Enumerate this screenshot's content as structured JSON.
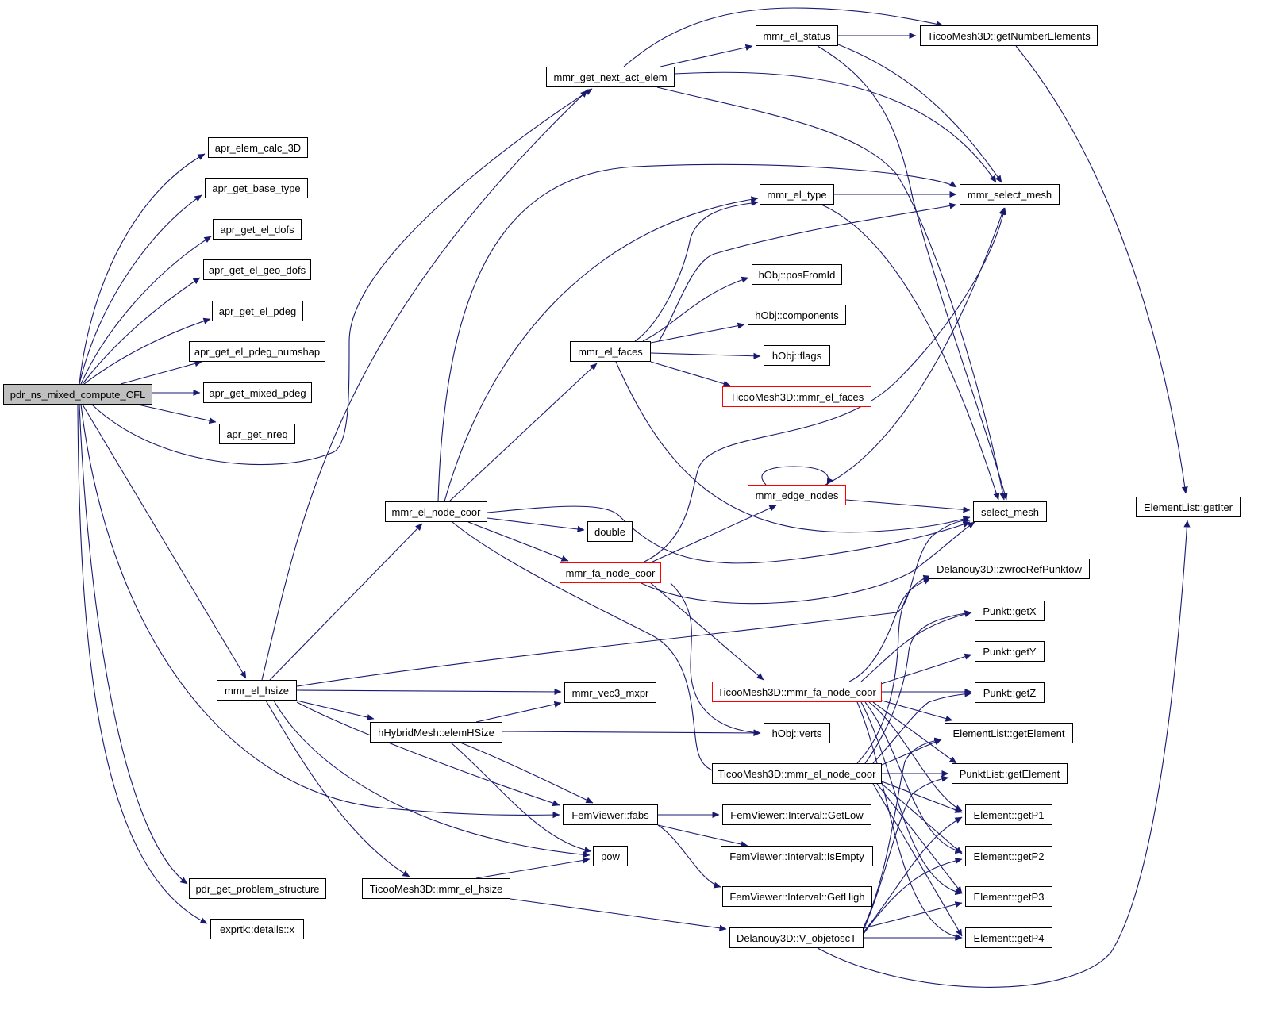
{
  "graph": {
    "colors": {
      "edge": "#191970",
      "node_border": "#000000",
      "truncated_border": "#ff0000",
      "root_fill": "#bfbfbf"
    },
    "nodes": {
      "root": "pdr_ns_mixed_compute_CFL",
      "apr_elem_calc_3D": "apr_elem_calc_3D",
      "apr_get_base_type": "apr_get_base_type",
      "apr_get_el_dofs": "apr_get_el_dofs",
      "apr_get_el_geo_dofs": "apr_get_el_geo_dofs",
      "apr_get_el_pdeg": "apr_get_el_pdeg",
      "apr_get_el_pdeg_numshap": "apr_get_el_pdeg_numshap",
      "apr_get_mixed_pdeg": "apr_get_mixed_pdeg",
      "apr_get_nreq": "apr_get_nreq",
      "mmr_el_hsize": "mmr_el_hsize",
      "pdr_get_problem_structure": "pdr_get_problem_structure",
      "exprtk_x": "exprtk::details::x",
      "mmr_get_next_act_elem": "mmr_get_next_act_elem",
      "mmr_el_status": "mmr_el_status",
      "getNumberElements": "TicooMesh3D::getNumberElements",
      "mmr_el_type": "mmr_el_type",
      "mmr_select_mesh": "mmr_select_mesh",
      "posFromId": "hObj::posFromId",
      "components": "hObj::components",
      "flags": "hObj::flags",
      "mmr_el_faces": "mmr_el_faces",
      "tm_mmr_el_faces": "TicooMesh3D::mmr_el_faces",
      "mmr_edge_nodes": "mmr_edge_nodes",
      "select_mesh": "select_mesh",
      "getIter": "ElementList::getIter",
      "mmr_el_node_coor": "mmr_el_node_coor",
      "double": "double",
      "mmr_fa_node_coor": "mmr_fa_node_coor",
      "zwrocRefPunktow": "Delanouy3D::zwrocRefPunktow",
      "getX": "Punkt::getX",
      "getY": "Punkt::getY",
      "getZ": "Punkt::getZ",
      "mmr_vec3_mxpr": "mmr_vec3_mxpr",
      "tm_mmr_fa_node_coor": "TicooMesh3D::mmr_fa_node_coor",
      "elem_getElement": "ElementList::getElement",
      "elemHSize": "hHybridMesh::elemHSize",
      "verts": "hObj::verts",
      "punkt_getElement": "PunktList::getElement",
      "tm_mmr_el_node_coor": "TicooMesh3D::mmr_el_node_coor",
      "getP1": "Element::getP1",
      "fabs": "FemViewer::fabs",
      "GetLow": "FemViewer::Interval::GetLow",
      "getP2": "Element::getP2",
      "pow": "pow",
      "IsEmpty": "FemViewer::Interval::IsEmpty",
      "tm_mmr_el_hsize": "TicooMesh3D::mmr_el_hsize",
      "GetHigh": "FemViewer::Interval::GetHigh",
      "getP3": "Element::getP3",
      "V_objetoscT": "Delanouy3D::V_objetoscT",
      "getP4": "Element::getP4"
    }
  }
}
